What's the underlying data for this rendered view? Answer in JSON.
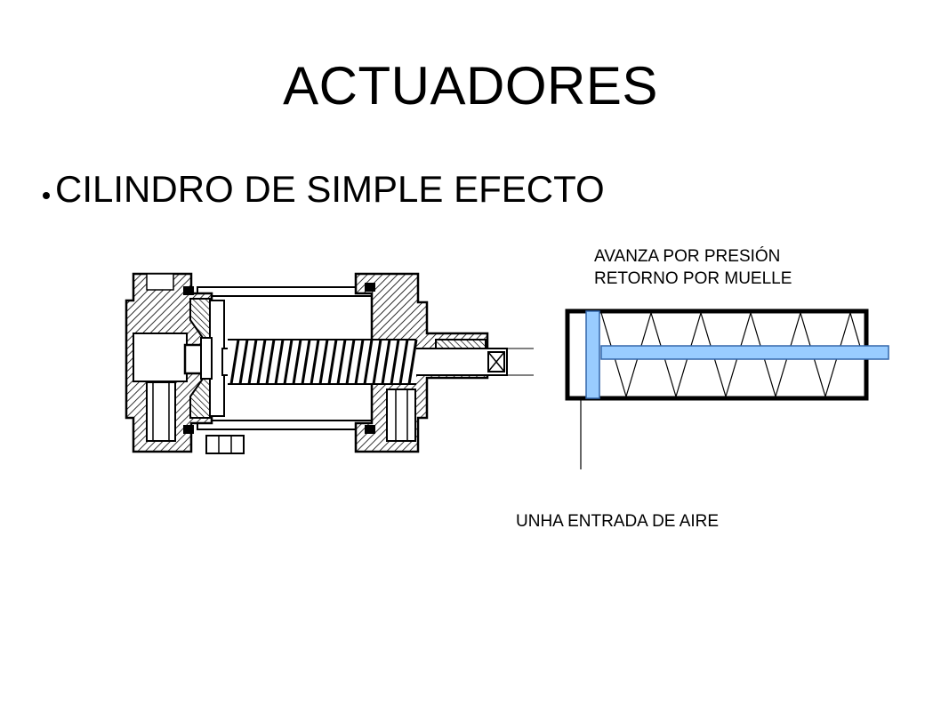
{
  "slide": {
    "title": "ACTUADORES",
    "bullet_text": "CILINDRO DE SIMPLE EFECTO"
  },
  "symbol": {
    "label_advance": "AVANZA POR PRESIÓN",
    "label_return": "RETORNO POR MUELLE",
    "label_inlet": "UNHA ENTRADA DE AIRE",
    "spring_coils": 5
  },
  "colors": {
    "piston_fill": "#99ccff",
    "piston_stroke": "#3366aa",
    "line": "#000000"
  }
}
